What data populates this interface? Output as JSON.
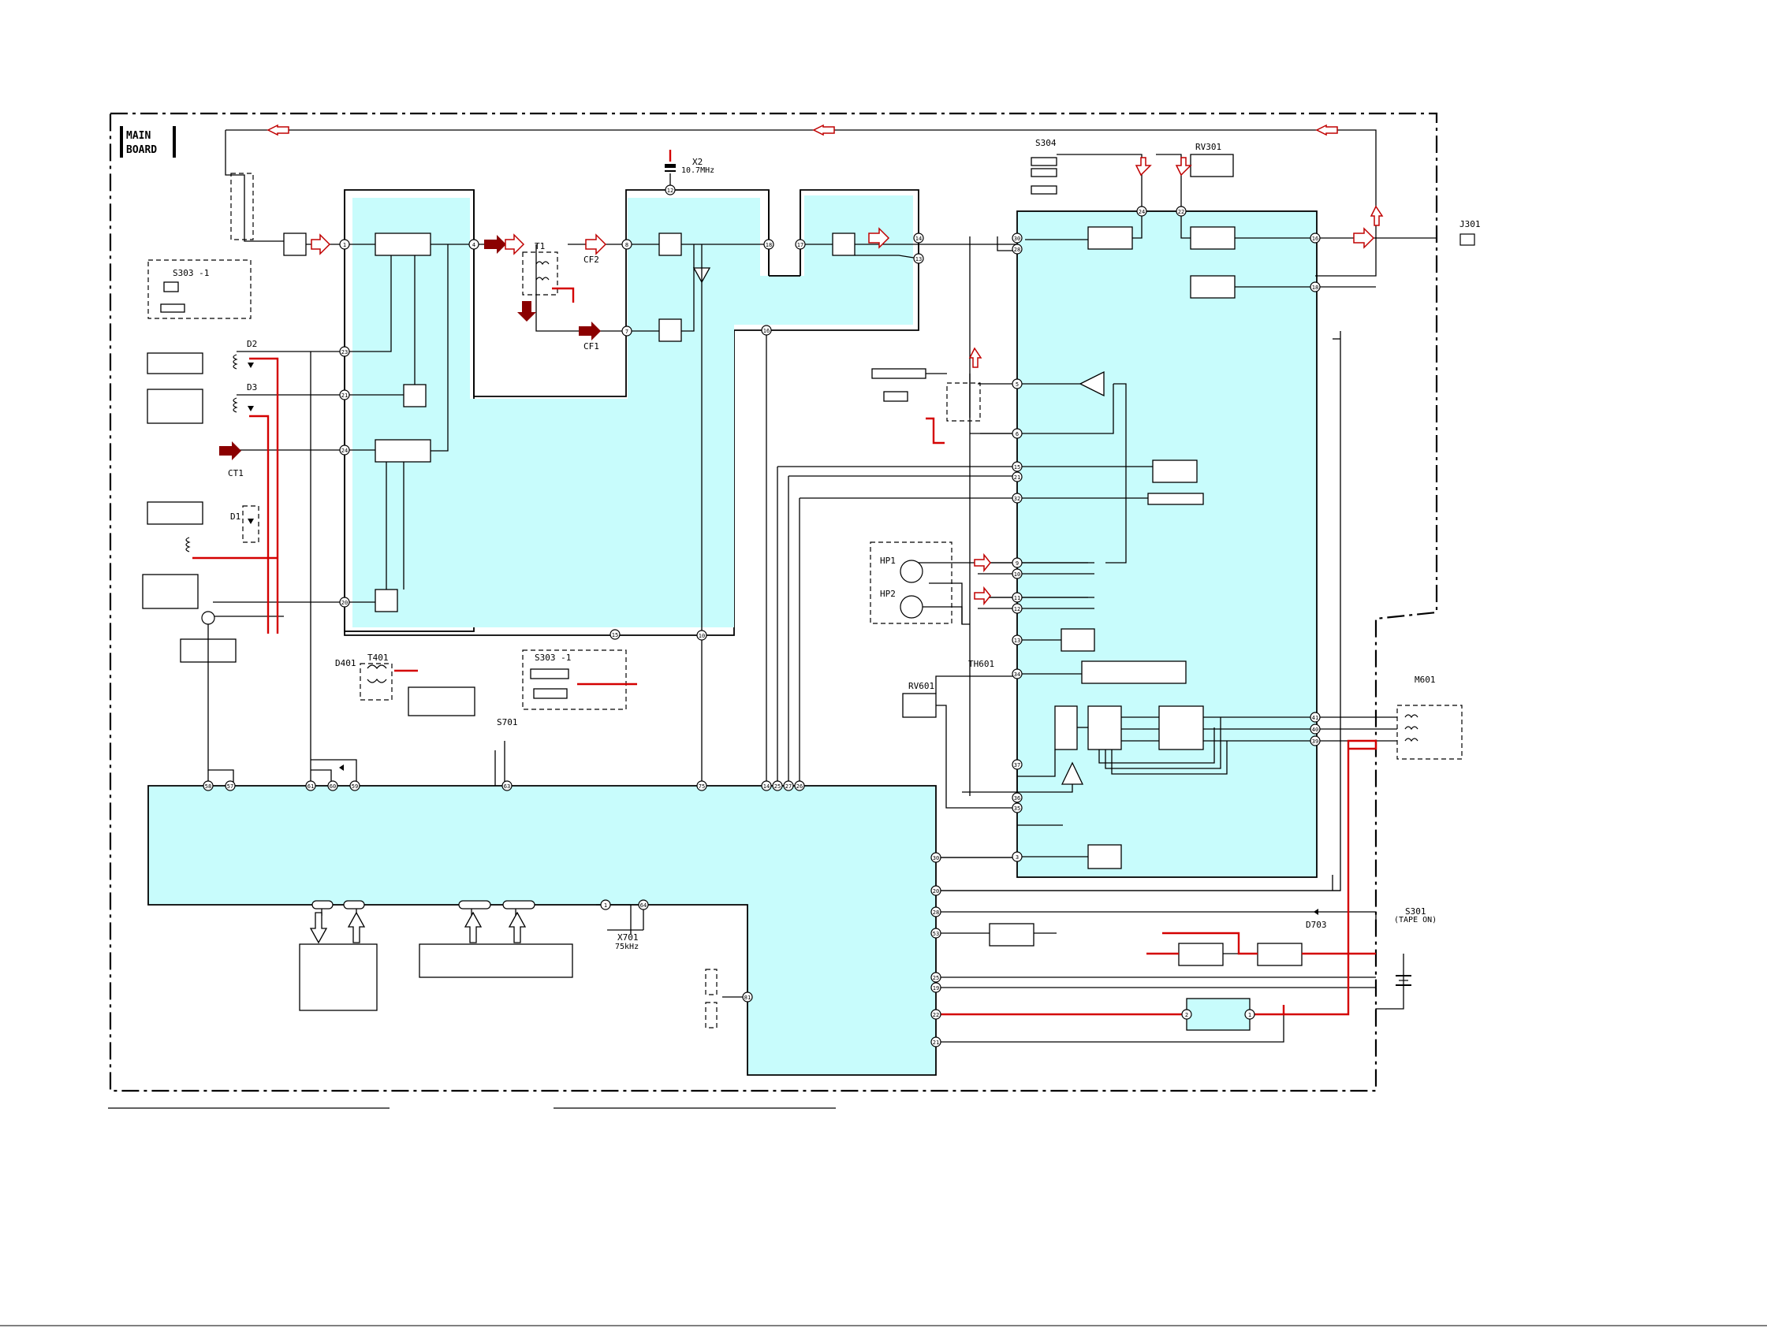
{
  "board_label_line1": "MAIN",
  "board_label_line2": "BOARD",
  "components": {
    "s303_top": "S303 -1",
    "s303_mid": "S303 -1",
    "s304": "S304",
    "rv301": "RV301",
    "x2": "X2",
    "x2_freq": "10.7MHz",
    "t1": "T1",
    "cf2": "CF2",
    "cf1": "CF1",
    "j301": "J301",
    "d2": "D2",
    "d3": "D3",
    "ct1": "CT1",
    "d1": "D1",
    "d401": "D401",
    "t401": "T401",
    "s701": "S701",
    "rv601": "RV601",
    "th601": "TH601",
    "m601": "M601",
    "hp1": "HP1",
    "hp2": "HP2",
    "x701": "X701",
    "x701_freq": "75kHz",
    "s301": "S301",
    "s301_note": "(TAPE ON)",
    "d703": "D703"
  },
  "pins": {
    "ic1": [
      "1",
      "23",
      "21",
      "24",
      "20",
      "4"
    ],
    "ic2": [
      "8",
      "7",
      "18",
      "17",
      "14",
      "13",
      "16",
      "15",
      "10"
    ],
    "ic3_top": [
      "24",
      "22"
    ],
    "ic3_left": [
      "30",
      "28",
      "5",
      "6",
      "15",
      "21",
      "32",
      "9",
      "10",
      "11",
      "12",
      "13",
      "34",
      "37",
      "36",
      "35",
      "3"
    ],
    "ic3_right": [
      "16",
      "18",
      "41",
      "40",
      "39"
    ],
    "ic4_top": [
      "58",
      "57",
      "61",
      "60",
      "59",
      "63",
      "75",
      "14",
      "25",
      "27",
      "26"
    ],
    "ic4_right": [
      "30",
      "20",
      "28",
      "53",
      "25",
      "19",
      "22",
      "21"
    ],
    "ic4_bottom": [
      "1",
      "64"
    ],
    "ic4_misc": [
      "81"
    ],
    "ic5": [
      "2",
      "1"
    ],
    "x2_pin": "12"
  },
  "colors": {
    "ic_fill": "#c8fcfc",
    "signal_red": "#d40000",
    "arrow_dark": "#8b0000"
  }
}
